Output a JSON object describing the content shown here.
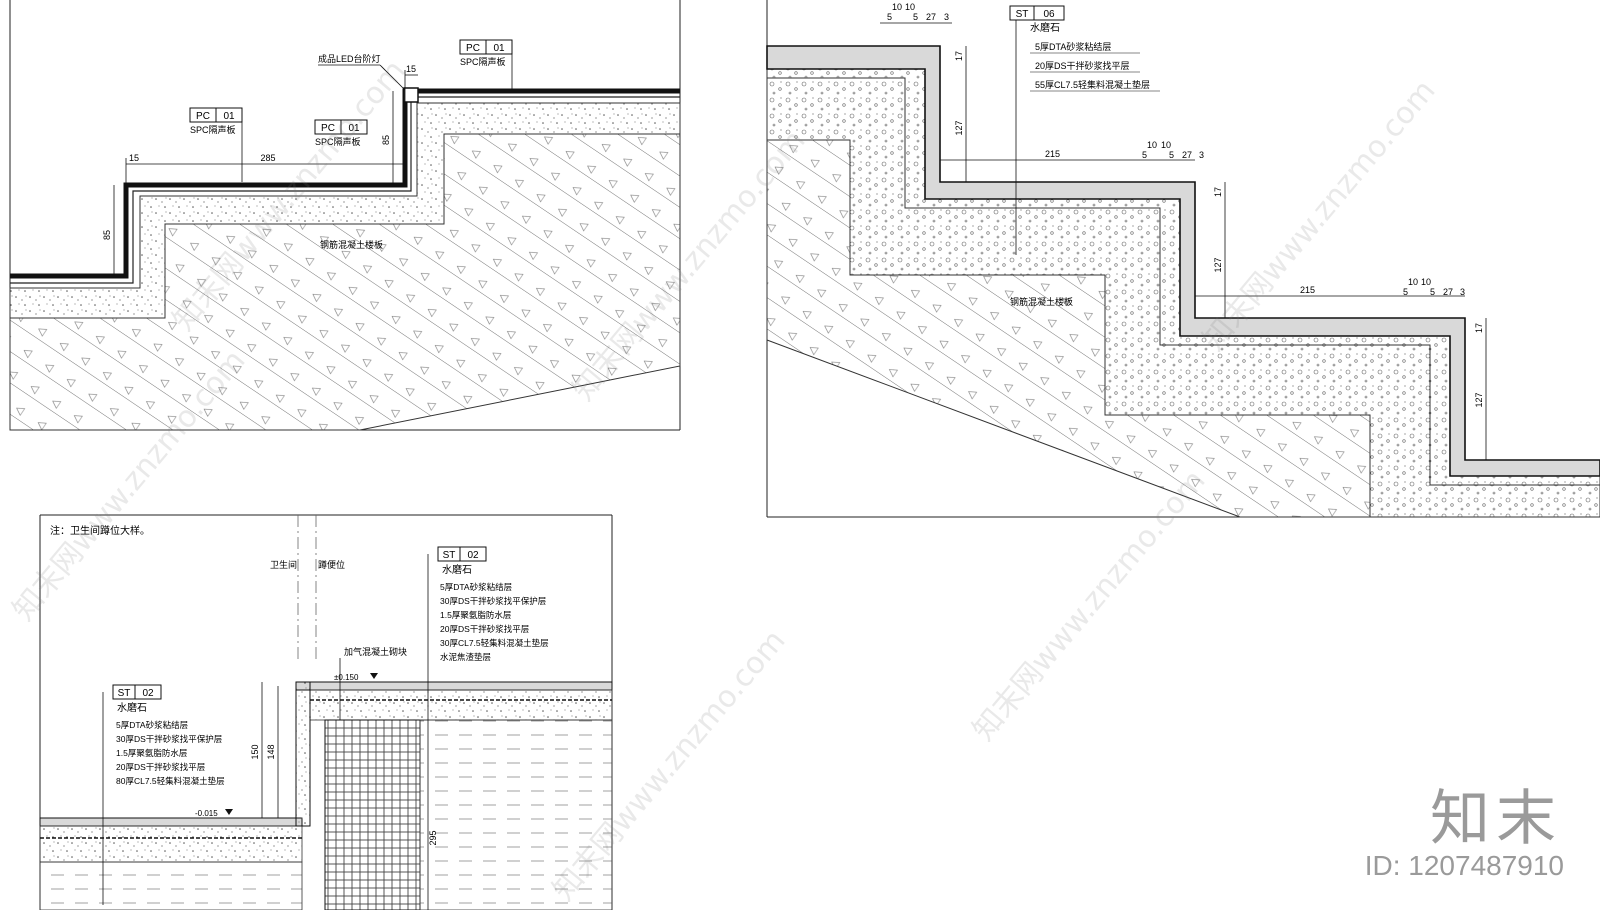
{
  "detail_a": {
    "labels": {
      "spc_tag": "PC",
      "spc_num": "01",
      "spc_name": "SPC隔声板",
      "led_light": "成品LED台阶灯",
      "rc_slab": "钢筋混凝土楼板"
    },
    "dims": {
      "d15": "15",
      "d285": "285",
      "d85": "85"
    }
  },
  "detail_b": {
    "tag": "ST",
    "num": "06",
    "material": "水磨石",
    "layers": [
      "5厚DTA砂浆粘结层",
      "20厚DS干拌砂浆找平层",
      "55厚CL7.5轻集料混凝土垫层"
    ],
    "rc_slab": "钢筋混凝土楼板",
    "dims": {
      "d10": "10",
      "d5": "5",
      "d27": "27",
      "d3": "3",
      "d17": "17",
      "d127": "127",
      "d215": "215"
    }
  },
  "detail_c": {
    "note": "注：卫生间蹲位大样。",
    "zone_left": "卫生间",
    "zone_right": "蹲便位",
    "tag": "ST",
    "num": "02",
    "material": "水磨石",
    "layers_right": [
      "5厚DTA砂浆粘结层",
      "30厚DS干拌砂浆找平保护层",
      "1.5厚聚氨脂防水层",
      "20厚DS干拌砂浆找平层",
      "30厚CL7.5轻集料混凝土垫层",
      "水泥焦渣垫层"
    ],
    "layers_left": [
      "5厚DTA砂浆粘结层",
      "30厚DS干拌砂浆找平保护层",
      "1.5厚聚氨脂防水层",
      "20厚DS干拌砂浆找平层",
      "80厚CL7.5轻集料混凝土垫层"
    ],
    "block": "加气混凝土砌块",
    "level_high": "±0.150",
    "level_low": "-0.015",
    "dims": {
      "d150": "150",
      "d148": "148",
      "d295": "295"
    }
  },
  "watermark": "知末网www.znzmo.com",
  "brand": "知末",
  "id_label": "ID: 1207487910"
}
